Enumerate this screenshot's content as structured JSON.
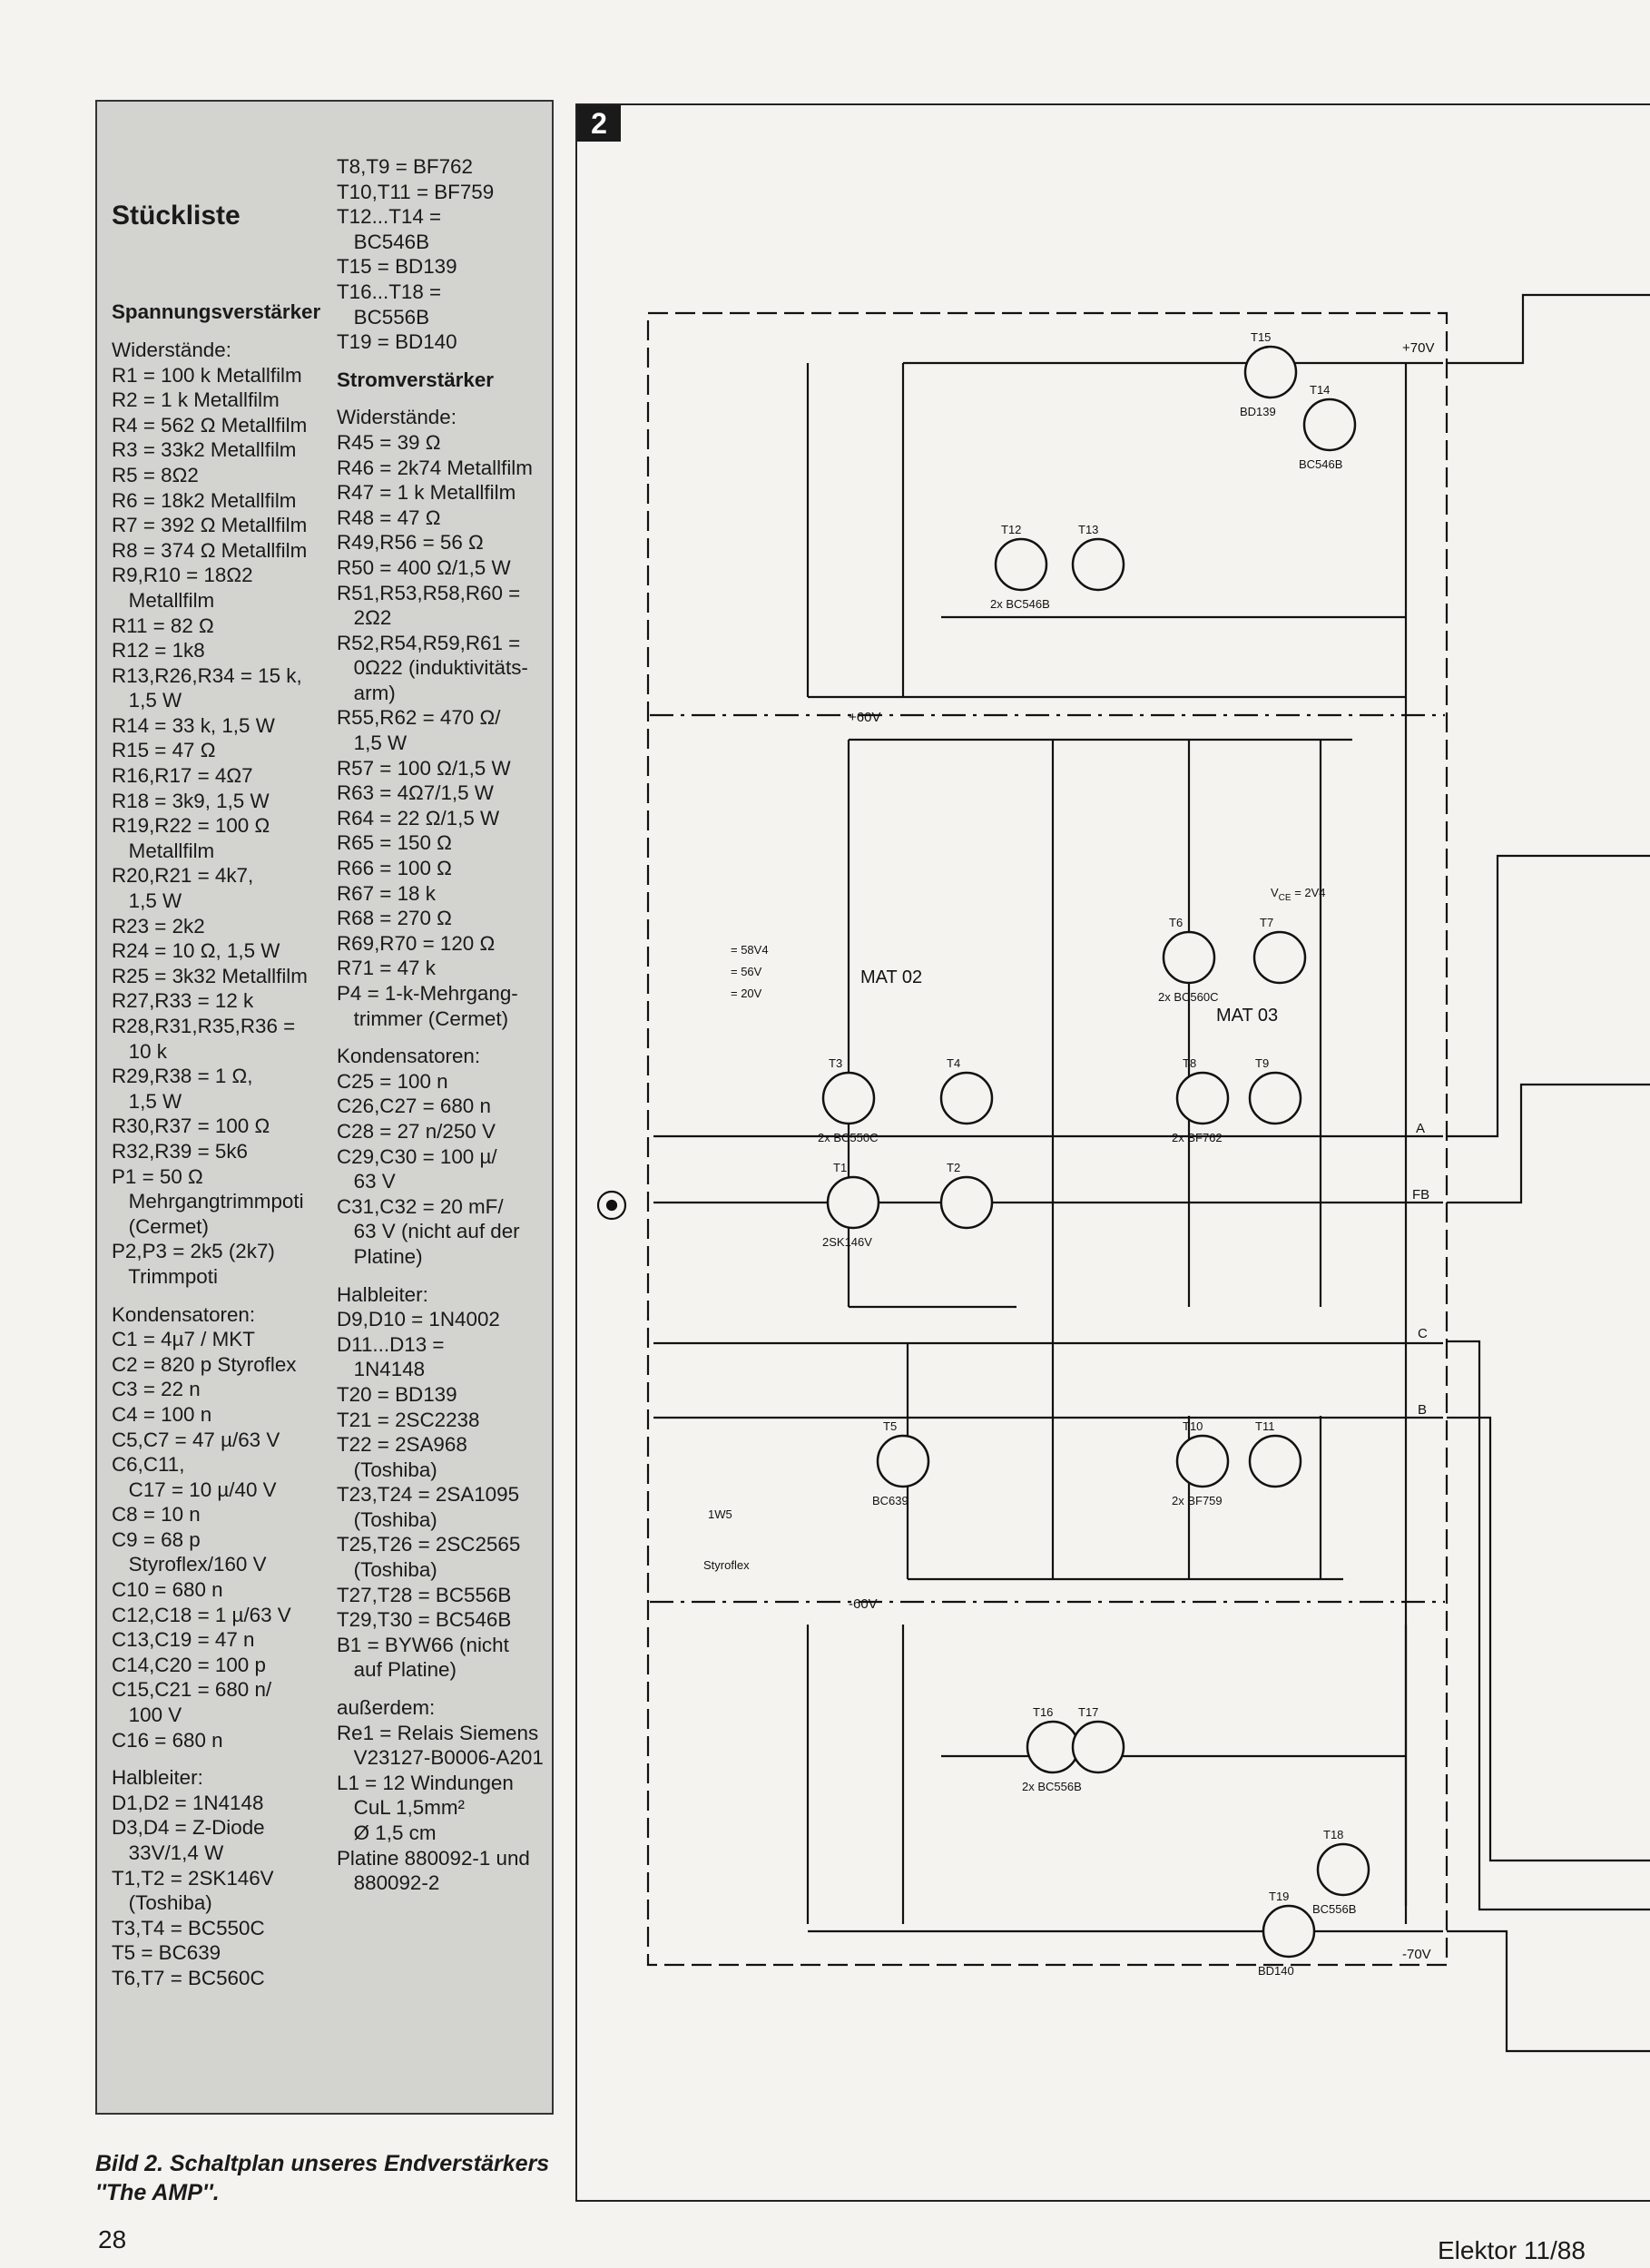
{
  "parts_list": {
    "title": "Stückliste",
    "left_column": [
      {
        "type": "heading",
        "text": "Spannungsverstärker"
      },
      {
        "type": "gap"
      },
      {
        "type": "line",
        "text": "Widerstände:"
      },
      {
        "type": "line",
        "text": "R1 = 100 k Metallfilm"
      },
      {
        "type": "line",
        "text": "R2 = 1 k Metallfilm"
      },
      {
        "type": "line",
        "text": "R4 = 562 Ω Metallfilm"
      },
      {
        "type": "line",
        "text": "R3 = 33k2 Metallfilm"
      },
      {
        "type": "line",
        "text": "R5 = 8Ω2"
      },
      {
        "type": "line",
        "text": "R6 = 18k2 Metallfilm"
      },
      {
        "type": "line",
        "text": "R7 = 392 Ω Metallfilm"
      },
      {
        "type": "line",
        "text": "R8 = 374 Ω Metallfilm"
      },
      {
        "type": "line",
        "text": "R9,R10 = 18Ω2"
      },
      {
        "type": "line",
        "text": "   Metallfilm"
      },
      {
        "type": "line",
        "text": "R11 = 82 Ω"
      },
      {
        "type": "line",
        "text": "R12 = 1k8"
      },
      {
        "type": "line",
        "text": "R13,R26,R34 = 15 k,"
      },
      {
        "type": "line",
        "text": "   1,5 W"
      },
      {
        "type": "line",
        "text": "R14 = 33 k, 1,5 W"
      },
      {
        "type": "line",
        "text": "R15 = 47 Ω"
      },
      {
        "type": "line",
        "text": "R16,R17 = 4Ω7"
      },
      {
        "type": "line",
        "text": "R18 = 3k9, 1,5 W"
      },
      {
        "type": "line",
        "text": "R19,R22 = 100 Ω"
      },
      {
        "type": "line",
        "text": "   Metallfilm"
      },
      {
        "type": "line",
        "text": "R20,R21 = 4k7,"
      },
      {
        "type": "line",
        "text": "   1,5 W"
      },
      {
        "type": "line",
        "text": "R23 = 2k2"
      },
      {
        "type": "line",
        "text": "R24 = 10 Ω, 1,5 W"
      },
      {
        "type": "line",
        "text": "R25 = 3k32 Metallfilm"
      },
      {
        "type": "line",
        "text": "R27,R33 = 12 k"
      },
      {
        "type": "line",
        "text": "R28,R31,R35,R36 ="
      },
      {
        "type": "line",
        "text": "   10 k"
      },
      {
        "type": "line",
        "text": "R29,R38 = 1 Ω,"
      },
      {
        "type": "line",
        "text": "   1,5 W"
      },
      {
        "type": "line",
        "text": "R30,R37 = 100 Ω"
      },
      {
        "type": "line",
        "text": "R32,R39 = 5k6"
      },
      {
        "type": "line",
        "text": "P1 = 50 Ω"
      },
      {
        "type": "line",
        "text": "   Mehrgangtrimmpoti"
      },
      {
        "type": "line",
        "text": "   (Cermet)"
      },
      {
        "type": "line",
        "text": "P2,P3 = 2k5 (2k7)"
      },
      {
        "type": "line",
        "text": "   Trimmpoti"
      },
      {
        "type": "gap"
      },
      {
        "type": "line",
        "text": "Kondensatoren:"
      },
      {
        "type": "line",
        "text": "C1 = 4µ7 / MKT"
      },
      {
        "type": "line",
        "text": "C2 = 820 p Styroflex"
      },
      {
        "type": "line",
        "text": "C3 = 22 n"
      },
      {
        "type": "line",
        "text": "C4 = 100 n"
      },
      {
        "type": "line",
        "text": "C5,C7 = 47 µ/63 V"
      },
      {
        "type": "line",
        "text": "C6,C11,"
      },
      {
        "type": "line",
        "text": "   C17 = 10 µ/40 V"
      },
      {
        "type": "line",
        "text": "C8 = 10 n"
      },
      {
        "type": "line",
        "text": "C9 = 68 p"
      },
      {
        "type": "line",
        "text": "   Styroflex/160 V"
      },
      {
        "type": "line",
        "text": "C10 = 680 n"
      },
      {
        "type": "line",
        "text": "C12,C18 = 1 µ/63 V"
      },
      {
        "type": "line",
        "text": "C13,C19 = 47 n"
      },
      {
        "type": "line",
        "text": "C14,C20 = 100 p"
      },
      {
        "type": "line",
        "text": "C15,C21 = 680 n/"
      },
      {
        "type": "line",
        "text": "   100 V"
      },
      {
        "type": "line",
        "text": "C16 = 680 n"
      },
      {
        "type": "gap"
      },
      {
        "type": "line",
        "text": "Halbleiter:"
      },
      {
        "type": "line",
        "text": "D1,D2 = 1N4148"
      },
      {
        "type": "line",
        "text": "D3,D4 = Z-Diode"
      },
      {
        "type": "line",
        "text": "   33V/1,4 W"
      },
      {
        "type": "line",
        "text": "T1,T2 = 2SK146V"
      },
      {
        "type": "line",
        "text": "   (Toshiba)"
      },
      {
        "type": "line",
        "text": "T3,T4 = BC550C"
      },
      {
        "type": "line",
        "text": "T5 = BC639"
      },
      {
        "type": "line",
        "text": "T6,T7 = BC560C"
      }
    ],
    "right_column": [
      {
        "type": "line",
        "text": "T8,T9 = BF762"
      },
      {
        "type": "line",
        "text": "T10,T11 = BF759"
      },
      {
        "type": "line",
        "text": "T12...T14 ="
      },
      {
        "type": "line",
        "text": "   BC546B"
      },
      {
        "type": "line",
        "text": "T15 = BD139"
      },
      {
        "type": "line",
        "text": "T16...T18 ="
      },
      {
        "type": "line",
        "text": "   BC556B"
      },
      {
        "type": "line",
        "text": "T19 = BD140"
      },
      {
        "type": "gap"
      },
      {
        "type": "heading",
        "text": "Stromverstärker"
      },
      {
        "type": "gap"
      },
      {
        "type": "line",
        "text": "Widerstände:"
      },
      {
        "type": "line",
        "text": "R45 = 39 Ω"
      },
      {
        "type": "line",
        "text": "R46 = 2k74 Metallfilm"
      },
      {
        "type": "line",
        "text": "R47 = 1 k Metallfilm"
      },
      {
        "type": "line",
        "text": "R48 = 47 Ω"
      },
      {
        "type": "line",
        "text": "R49,R56 = 56 Ω"
      },
      {
        "type": "line",
        "text": "R50 = 400 Ω/1,5 W"
      },
      {
        "type": "line",
        "text": "R51,R53,R58,R60 ="
      },
      {
        "type": "line",
        "text": "   2Ω2"
      },
      {
        "type": "line",
        "text": "R52,R54,R59,R61 ="
      },
      {
        "type": "line",
        "text": "   0Ω22 (induktivitäts-"
      },
      {
        "type": "line",
        "text": "   arm)"
      },
      {
        "type": "line",
        "text": "R55,R62 = 470 Ω/"
      },
      {
        "type": "line",
        "text": "   1,5 W"
      },
      {
        "type": "line",
        "text": "R57 = 100 Ω/1,5 W"
      },
      {
        "type": "line",
        "text": "R63 = 4Ω7/1,5 W"
      },
      {
        "type": "line",
        "text": "R64 = 22 Ω/1,5 W"
      },
      {
        "type": "line",
        "text": "R65 = 150 Ω"
      },
      {
        "type": "line",
        "text": "R66 = 100 Ω"
      },
      {
        "type": "line",
        "text": "R67 = 18 k"
      },
      {
        "type": "line",
        "text": "R68 = 270 Ω"
      },
      {
        "type": "line",
        "text": "R69,R70 = 120 Ω"
      },
      {
        "type": "line",
        "text": "R71 = 47 k"
      },
      {
        "type": "line",
        "text": "P4 = 1-k-Mehrgang-"
      },
      {
        "type": "line",
        "text": "   trimmer (Cermet)"
      },
      {
        "type": "gap"
      },
      {
        "type": "line",
        "text": "Kondensatoren:"
      },
      {
        "type": "line",
        "text": "C25 = 100 n"
      },
      {
        "type": "line",
        "text": "C26,C27 = 680 n"
      },
      {
        "type": "line",
        "text": "C28 = 27 n/250 V"
      },
      {
        "type": "line",
        "text": "C29,C30 = 100 µ/"
      },
      {
        "type": "line",
        "text": "   63 V"
      },
      {
        "type": "line",
        "text": "C31,C32 = 20 mF/"
      },
      {
        "type": "line",
        "text": "   63 V (nicht auf der"
      },
      {
        "type": "line",
        "text": "   Platine)"
      },
      {
        "type": "gap"
      },
      {
        "type": "line",
        "text": "Halbleiter:"
      },
      {
        "type": "line",
        "text": "D9,D10 = 1N4002"
      },
      {
        "type": "line",
        "text": "D11...D13 ="
      },
      {
        "type": "line",
        "text": "   1N4148"
      },
      {
        "type": "line",
        "text": "T20 = BD139"
      },
      {
        "type": "line",
        "text": "T21 = 2SC2238"
      },
      {
        "type": "line",
        "text": "T22 = 2SA968"
      },
      {
        "type": "line",
        "text": "   (Toshiba)"
      },
      {
        "type": "line",
        "text": "T23,T24 = 2SA1095"
      },
      {
        "type": "line",
        "text": "   (Toshiba)"
      },
      {
        "type": "line",
        "text": "T25,T26 = 2SC2565"
      },
      {
        "type": "line",
        "text": "   (Toshiba)"
      },
      {
        "type": "line",
        "text": "T27,T28 = BC556B"
      },
      {
        "type": "line",
        "text": "T29,T30 = BC546B"
      },
      {
        "type": "line",
        "text": "B1 = BYW66 (nicht"
      },
      {
        "type": "line",
        "text": "   auf Platine)"
      },
      {
        "type": "gap"
      },
      {
        "type": "line",
        "text": "außerdem:"
      },
      {
        "type": "line",
        "text": "Re1 = Relais Siemens"
      },
      {
        "type": "line",
        "text": "   V23127-B0006-A201"
      },
      {
        "type": "line",
        "text": "L1 = 12 Windungen"
      },
      {
        "type": "line",
        "text": "   CuL 1,5mm²"
      },
      {
        "type": "line",
        "text": "   Ø 1,5 cm"
      },
      {
        "type": "line",
        "text": "Platine 880092-1 und"
      },
      {
        "type": "line",
        "text": "   880092-2"
      }
    ]
  },
  "caption": "Bild 2. Schaltplan unseres Endverstärkers ''The AMP''.",
  "page_number": "28",
  "journal": "Elektor 11/88",
  "figure_number": "2",
  "schematic": {
    "rails": {
      "plus70": "+70V",
      "minus70": "-70V",
      "plus60": "+60V",
      "minus60": "-60V"
    },
    "outputs": {
      "a": "A",
      "fb": "FB",
      "c": "C",
      "b": "B"
    },
    "legend": {
      "a": "= 58V4",
      "b": "= 56V",
      "c": "= 20V",
      "w": "1W5",
      "styro": "Styroflex"
    },
    "vce": "V",
    "vce_sub": "CE",
    "vce_val": " = 2V4",
    "annotations": {
      "mat02": "MAT 02",
      "mat03": "MAT 03"
    },
    "transistors": [
      {
        "id": "T15",
        "type": "BD139"
      },
      {
        "id": "T14",
        "type": "BC546B"
      },
      {
        "id": "T12",
        "type": "2x BC546B"
      },
      {
        "id": "T13",
        "type": ""
      },
      {
        "id": "T1",
        "type": "2SK146V"
      },
      {
        "id": "T2",
        "type": ""
      },
      {
        "id": "T3",
        "type": "2x BC550C"
      },
      {
        "id": "T4",
        "type": ""
      },
      {
        "id": "T5",
        "type": "BC639"
      },
      {
        "id": "T6",
        "type": "2x BC560C"
      },
      {
        "id": "T7",
        "type": ""
      },
      {
        "id": "T8",
        "type": "2x BF762"
      },
      {
        "id": "T9",
        "type": ""
      },
      {
        "id": "T10",
        "type": "2x BF759"
      },
      {
        "id": "T11",
        "type": ""
      },
      {
        "id": "T16",
        "type": "2x BC556B"
      },
      {
        "id": "T17",
        "type": ""
      },
      {
        "id": "T18",
        "type": "BC556B"
      },
      {
        "id": "T19",
        "type": "BD140"
      }
    ]
  }
}
